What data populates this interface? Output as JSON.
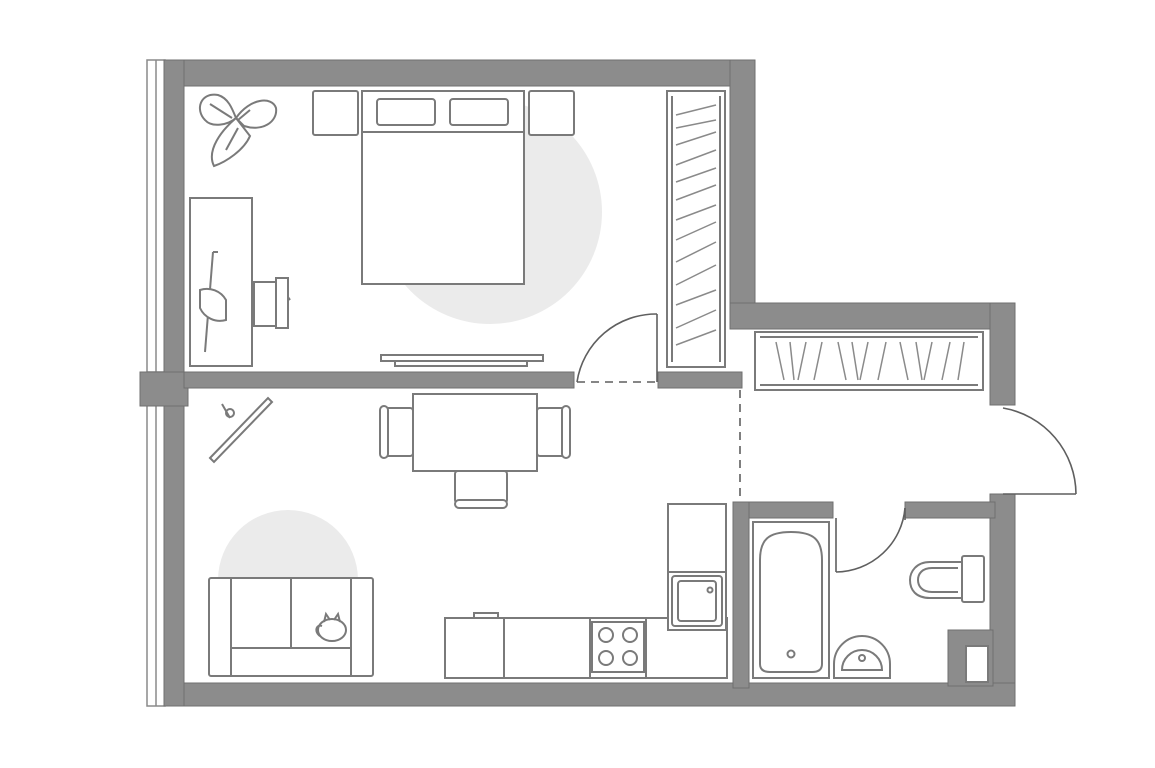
{
  "plan": {
    "rooms": [
      {
        "name": "bedroom"
      },
      {
        "name": "living-kitchen"
      },
      {
        "name": "hallway"
      },
      {
        "name": "bathroom"
      }
    ],
    "colors": {
      "wall": "#8c8c8c",
      "furniture_stroke": "#7a7a7a",
      "rug": "#ebebeb",
      "background": "#ffffff"
    },
    "icons": [
      "plant-icon",
      "bed-icon",
      "wardrobe-icon",
      "desk-icon",
      "chair-icon",
      "tv-icon",
      "dining-table-icon",
      "sofa-icon",
      "cat-icon",
      "kitchen-counter-icon",
      "stove-icon",
      "sink-icon",
      "fridge-icon",
      "bathtub-icon",
      "washbasin-icon",
      "toilet-icon",
      "door-icon",
      "window-icon"
    ]
  }
}
